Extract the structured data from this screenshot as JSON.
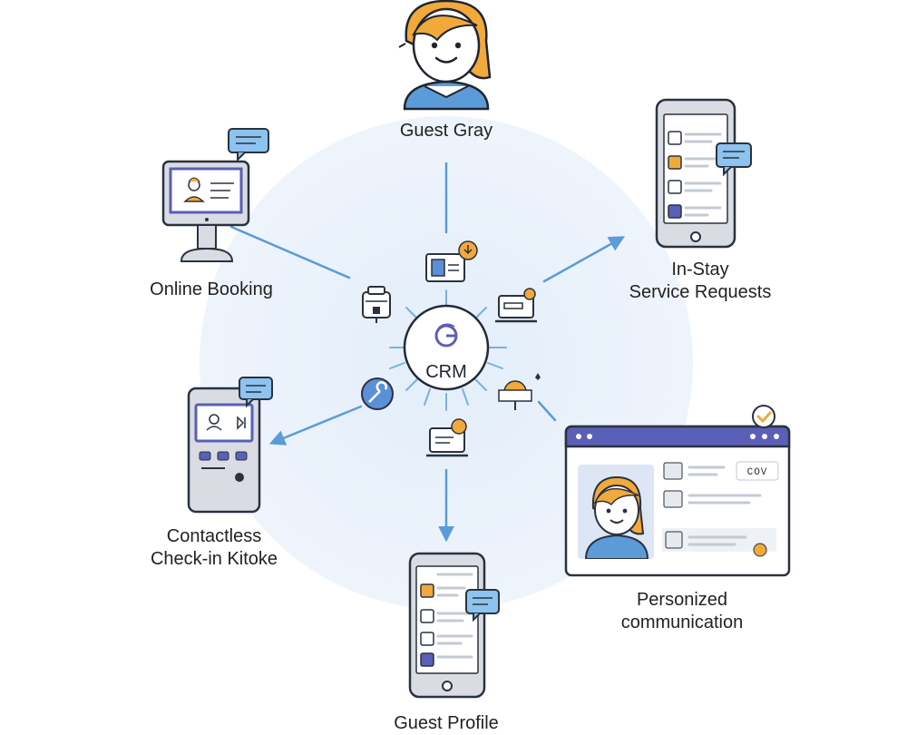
{
  "center": {
    "label": "CRM",
    "logo_icon": "crm-g-logo-icon"
  },
  "nodes": {
    "guest": {
      "label": "Guest Gray",
      "icon": "guest-avatar-icon"
    },
    "booking": {
      "label": "Online Booking",
      "icon": "desktop-monitor-icon"
    },
    "service": {
      "lines": [
        "In-Stay",
        "Service Requests"
      ],
      "icon": "smartphone-icon"
    },
    "kiosk": {
      "lines": [
        "Contactless",
        "Check-in Kitoke"
      ],
      "icon": "kiosk-icon"
    },
    "communication": {
      "lines": [
        "Personized",
        "communication"
      ],
      "icon": "browser-window-icon"
    },
    "profile": {
      "label": "Guest Profile",
      "icon": "smartphone-icon"
    }
  },
  "browser_badge": "COV",
  "colors": {
    "accent_blue": "#5b8fd6",
    "window_purple": "#5a5fb8",
    "avatar_orange": "#f2a93b",
    "center_glow": "#eaf2fb"
  }
}
